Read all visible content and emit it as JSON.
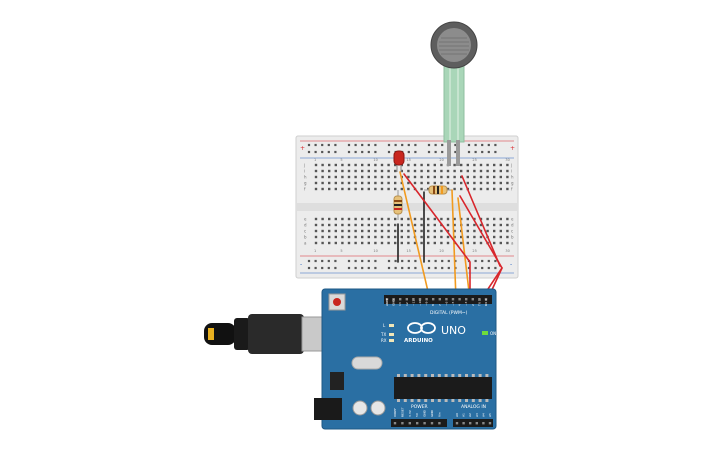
{
  "scene": {
    "breadboard": {
      "column_labels_top": [
        "1",
        "",
        "",
        "",
        "5",
        "",
        "",
        "",
        "",
        "10",
        "",
        "",
        "",
        "",
        "15",
        "",
        "",
        "",
        "",
        "20",
        "",
        "",
        "",
        "",
        "25",
        "",
        "",
        "",
        "",
        "30"
      ],
      "row_labels_upper": [
        "j",
        "i",
        "h",
        "g",
        "f"
      ],
      "row_labels_lower": [
        "e",
        "d",
        "c",
        "b",
        "a"
      ],
      "rail_plus": "+",
      "rail_minus": "-"
    },
    "arduino": {
      "brand": "ARDUINO",
      "model": "UNO",
      "digital_header_label": "DIGITAL (PWM~)",
      "power_header_label": "POWER",
      "analog_header_label": "ANALOG IN",
      "on_label": "ON",
      "tx_label": "TX",
      "rx_label": "RX",
      "l_label": "L",
      "digital_pins": [
        "AREF",
        "GND",
        "13",
        "12",
        "~11",
        "~10",
        "~9",
        "8",
        "7",
        "~6",
        "~5",
        "4",
        "~3",
        "2",
        "TX 1",
        "RX 0"
      ],
      "power_pins": [
        "IOREF",
        "RESET",
        "3.3V",
        "5V",
        "GND",
        "GND",
        "Vin"
      ],
      "analog_pins": [
        "A0",
        "A1",
        "A2",
        "A3",
        "A4",
        "A5"
      ]
    },
    "colors": {
      "board": "#2a6fa3",
      "board_dark": "#1f5884",
      "breadboard": "#ececec",
      "wire_red": "#d8262c",
      "wire_orange": "#f19a1f",
      "wire_black": "#222222",
      "fsr_body": "#6a6a6a",
      "fsr_tail": "#a9d6b8",
      "led": "#c8261f"
    }
  }
}
